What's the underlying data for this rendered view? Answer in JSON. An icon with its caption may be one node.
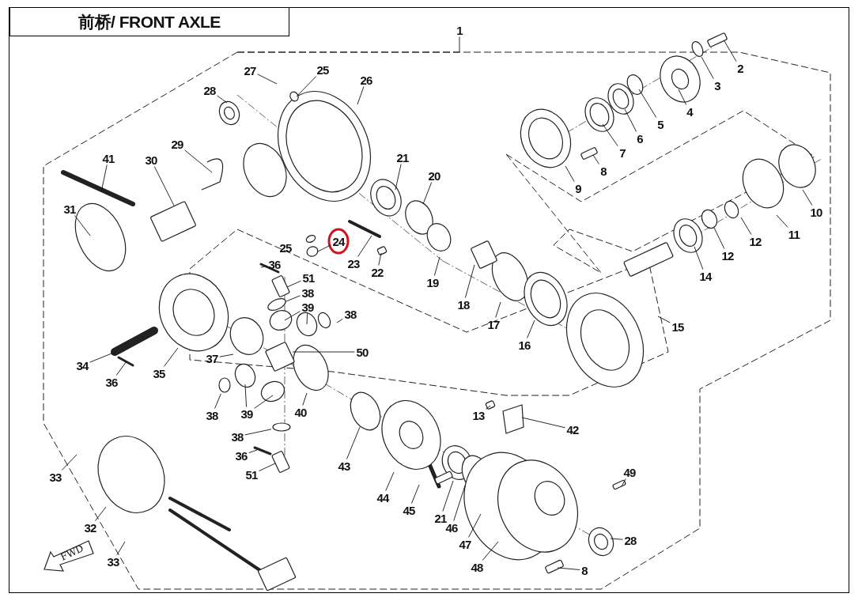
{
  "diagram": {
    "nodes": [
      {
        "text": [
          "前桥/ FRONT AXLE"
        ]
      },
      {
        "text": [
          "1"
        ]
      },
      {
        "text": [
          "2"
        ]
      },
      {
        "text": [
          "3"
        ]
      },
      {
        "text": [
          "4"
        ]
      },
      {
        "text": [
          "5"
        ]
      },
      {
        "text": [
          "6"
        ]
      },
      {
        "text": [
          "7"
        ]
      },
      {
        "text": [
          "8"
        ]
      },
      {
        "text": [
          "9"
        ]
      },
      {
        "text": [
          "10"
        ]
      },
      {
        "text": [
          "11"
        ]
      },
      {
        "text": [
          "12"
        ]
      },
      {
        "text": [
          "12"
        ]
      },
      {
        "text": [
          "14"
        ]
      },
      {
        "text": [
          "15"
        ]
      },
      {
        "text": [
          "16"
        ]
      },
      {
        "text": [
          "17"
        ]
      },
      {
        "text": [
          "18"
        ]
      },
      {
        "text": [
          "19"
        ]
      },
      {
        "text": [
          "20"
        ]
      },
      {
        "text": [
          "21"
        ]
      },
      {
        "text": [
          "22"
        ]
      },
      {
        "text": [
          "23"
        ]
      },
      {
        "text": [
          "24"
        ]
      },
      {
        "text": [
          "25"
        ]
      },
      {
        "text": [
          "25"
        ]
      },
      {
        "text": [
          "26"
        ]
      },
      {
        "text": [
          "27"
        ]
      },
      {
        "text": [
          "28"
        ]
      },
      {
        "text": [
          "29"
        ]
      },
      {
        "text": [
          "30"
        ]
      },
      {
        "text": [
          "41"
        ]
      },
      {
        "text": [
          "31"
        ]
      },
      {
        "text": [
          "36"
        ]
      },
      {
        "text": [
          "51"
        ]
      },
      {
        "text": [
          "38"
        ]
      },
      {
        "text": [
          "39"
        ]
      },
      {
        "text": [
          "38"
        ]
      },
      {
        "text": [
          "34"
        ]
      },
      {
        "text": [
          "36"
        ]
      },
      {
        "text": [
          "35"
        ]
      },
      {
        "text": [
          "37"
        ]
      },
      {
        "text": [
          "50"
        ]
      },
      {
        "text": [
          "38"
        ]
      },
      {
        "text": [
          "39"
        ]
      },
      {
        "text": [
          "40"
        ]
      },
      {
        "text": [
          "38"
        ]
      },
      {
        "text": [
          "36"
        ]
      },
      {
        "text": [
          "51"
        ]
      },
      {
        "text": [
          "33"
        ]
      },
      {
        "text": [
          "32"
        ]
      },
      {
        "text": [
          "33"
        ]
      },
      {
        "text": [
          "FWD"
        ]
      },
      {
        "text": [
          "43"
        ]
      },
      {
        "text": [
          "44"
        ]
      },
      {
        "text": [
          "45"
        ]
      },
      {
        "text": [
          "21"
        ]
      },
      {
        "text": [
          "46"
        ]
      },
      {
        "text": [
          "47"
        ]
      },
      {
        "text": [
          "48"
        ]
      },
      {
        "text": [
          "13"
        ]
      },
      {
        "text": [
          "42"
        ]
      },
      {
        "text": [
          "49"
        ]
      },
      {
        "text": [
          "28"
        ]
      },
      {
        "text": [
          "8"
        ]
      },
      {
        "text": [],
        "shape": "circle"
      },
      {
        "text": [],
        "shape": "circle"
      }
    ],
    "edges": [
      {
        "from": 1,
        "to": null,
        "arrow": "none"
      },
      {
        "from": 2,
        "to": null,
        "arrow": "none"
      },
      {
        "from": 3,
        "to": null,
        "arrow": "none"
      },
      {
        "from": 4,
        "to": null,
        "arrow": "none"
      },
      {
        "from": 5,
        "to": null,
        "arrow": "none"
      },
      {
        "from": 6,
        "to": null,
        "arrow": "none"
      },
      {
        "from": 7,
        "to": null,
        "arrow": "none"
      },
      {
        "from": 8,
        "to": null,
        "arrow": "none"
      },
      {
        "from": 9,
        "to": null,
        "arrow": "none"
      },
      {
        "from": 10,
        "to": null,
        "arrow": "none"
      },
      {
        "from": 11,
        "to": null,
        "arrow": "none"
      },
      {
        "from": 12,
        "to": null,
        "arrow": "none"
      },
      {
        "from": 13,
        "to": null,
        "arrow": "none"
      },
      {
        "from": 14,
        "to": null,
        "arrow": "none"
      },
      {
        "from": 15,
        "to": null,
        "arrow": "none"
      },
      {
        "from": 16,
        "to": null,
        "arrow": "none"
      },
      {
        "from": 17,
        "to": null,
        "arrow": "none"
      },
      {
        "from": 18,
        "to": null,
        "arrow": "none"
      },
      {
        "from": 19,
        "to": null,
        "arrow": "none"
      },
      {
        "from": 20,
        "to": null,
        "arrow": "none"
      },
      {
        "from": 21,
        "to": null,
        "arrow": "none"
      },
      {
        "from": 22,
        "to": null,
        "arrow": "none"
      },
      {
        "from": 23,
        "to": null,
        "arrow": "none"
      },
      {
        "from": 24,
        "to": null,
        "arrow": "none"
      },
      {
        "from": 25,
        "to": null,
        "arrow": "none"
      },
      {
        "from": 27,
        "to": null,
        "arrow": "none"
      },
      {
        "from": 28,
        "to": null,
        "arrow": "none"
      },
      {
        "from": 29,
        "to": null,
        "arrow": "none"
      },
      {
        "from": 30,
        "to": null,
        "arrow": "none"
      },
      {
        "from": 31,
        "to": null,
        "arrow": "none"
      },
      {
        "from": 32,
        "to": null,
        "arrow": "none"
      },
      {
        "from": 33,
        "to": null,
        "arrow": "none"
      },
      {
        "from": 34,
        "to": null,
        "arrow": "none"
      },
      {
        "from": 35,
        "to": null,
        "arrow": "none"
      },
      {
        "from": 36,
        "to": null,
        "arrow": "none"
      },
      {
        "from": 37,
        "to": null,
        "arrow": "none"
      },
      {
        "from": 37,
        "to": null,
        "arrow": "none"
      },
      {
        "from": 38,
        "to": null,
        "arrow": "none"
      },
      {
        "from": 39,
        "to": null,
        "arrow": "none"
      },
      {
        "from": 40,
        "to": null,
        "arrow": "none"
      },
      {
        "from": 41,
        "to": null,
        "arrow": "none"
      },
      {
        "from": 42,
        "to": null,
        "arrow": "none"
      },
      {
        "from": 43,
        "to": null,
        "arrow": "none"
      },
      {
        "from": 44,
        "to": 66,
        "arrow": "none"
      },
      {
        "from": 45,
        "to": null,
        "arrow": "none"
      },
      {
        "from": 45,
        "to": null,
        "arrow": "none"
      },
      {
        "from": 46,
        "to": null,
        "arrow": "none"
      },
      {
        "from": 47,
        "to": 67,
        "arrow": "none"
      },
      {
        "from": 48,
        "to": null,
        "arrow": "none"
      },
      {
        "from": 49,
        "to": null,
        "arrow": "none"
      },
      {
        "from": 50,
        "to": null,
        "arrow": "none"
      },
      {
        "from": 51,
        "to": null,
        "arrow": "none"
      },
      {
        "from": 52,
        "to": null,
        "arrow": "none"
      },
      {
        "from": 54,
        "to": null,
        "arrow": "none"
      },
      {
        "from": 55,
        "to": null,
        "arrow": "none"
      },
      {
        "from": 56,
        "to": null,
        "arrow": "none"
      },
      {
        "from": 57,
        "to": null,
        "arrow": "none"
      },
      {
        "from": 58,
        "to": null,
        "arrow": "none"
      },
      {
        "from": 59,
        "to": null,
        "arrow": "none"
      },
      {
        "from": 60,
        "to": null,
        "arrow": "none"
      },
      {
        "from": 61,
        "to": null,
        "arrow": "none"
      },
      {
        "from": 62,
        "to": null,
        "arrow": "none"
      },
      {
        "from": 63,
        "to": null,
        "arrow": "none"
      },
      {
        "from": 64,
        "to": null,
        "arrow": "none"
      },
      {
        "from": 65,
        "to": null,
        "arrow": "none"
      }
    ]
  }
}
